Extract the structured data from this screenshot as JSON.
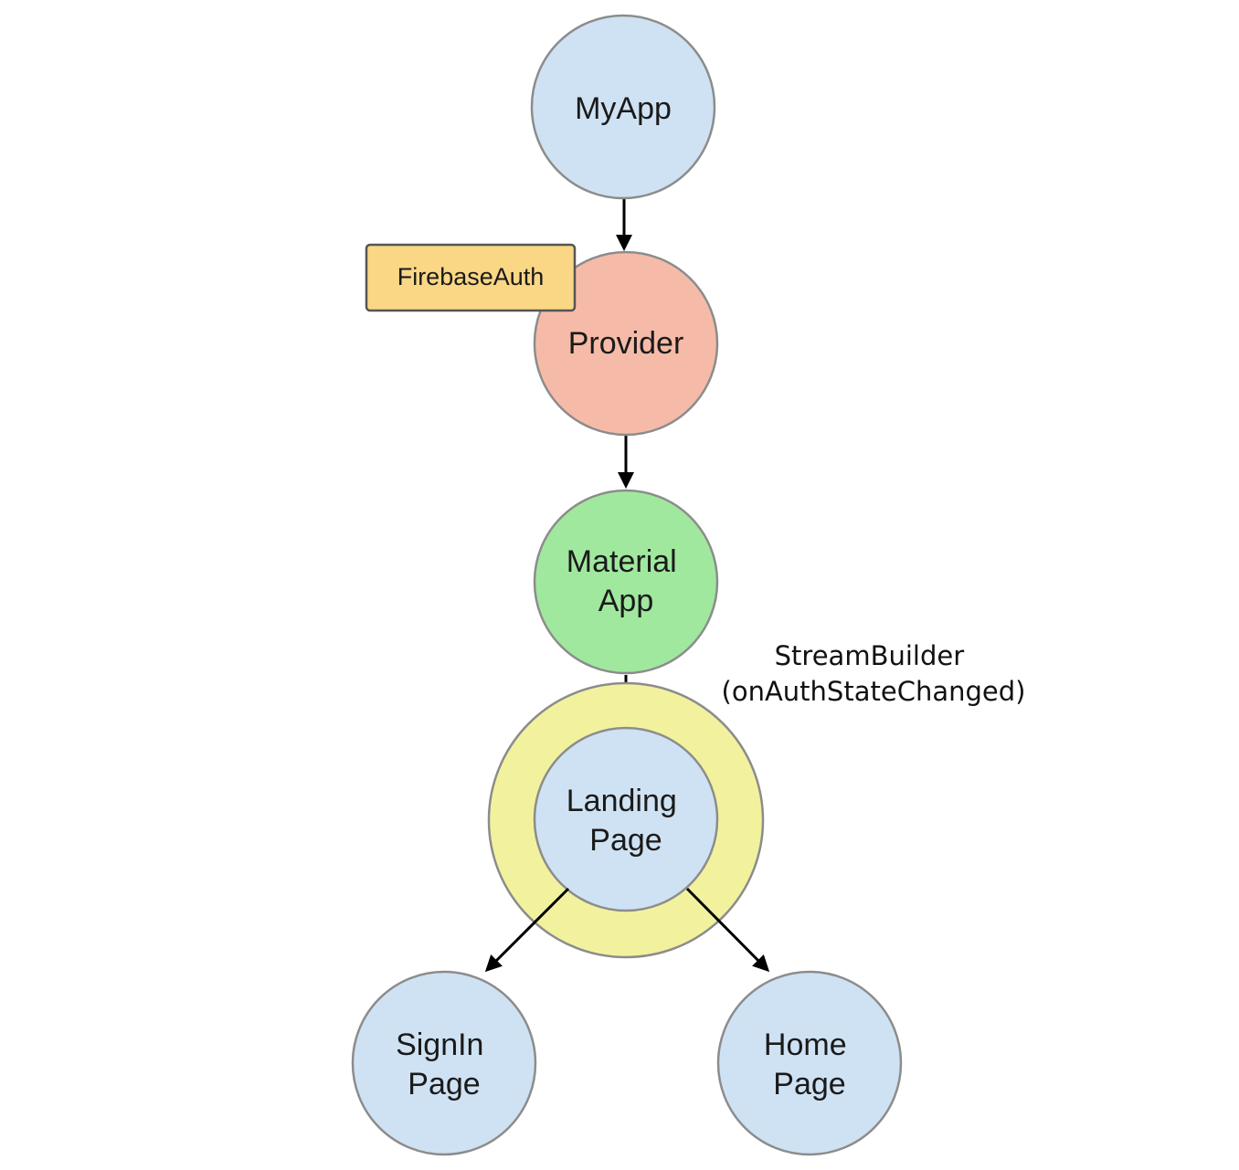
{
  "nodes": {
    "myapp": {
      "lines": [
        "MyApp"
      ],
      "fill": "#cfe2f3"
    },
    "provider": {
      "lines": [
        "Provider"
      ],
      "fill": "#f6bba8"
    },
    "material_app": {
      "lines": [
        "Material",
        "App"
      ],
      "fill": "#a0e89e"
    },
    "landing_page": {
      "lines": [
        "Landing",
        "Page"
      ],
      "fill": "#cfe2f3",
      "ring_fill": "#f2f29e"
    },
    "signin_page": {
      "lines": [
        "SignIn",
        "Page"
      ],
      "fill": "#cfe2f3"
    },
    "home_page": {
      "lines": [
        "Home",
        "Page"
      ],
      "fill": "#cfe2f3"
    }
  },
  "tags": {
    "firebase_auth": {
      "label": "FirebaseAuth",
      "fill": "#fad785"
    }
  },
  "notes": {
    "stream_builder": {
      "lines": [
        "StreamBuilder",
        "(onAuthStateChanged)"
      ]
    }
  },
  "edges": [
    {
      "from": "myapp",
      "to": "provider"
    },
    {
      "from": "provider",
      "to": "material_app"
    },
    {
      "from": "material_app",
      "to": "landing_page"
    },
    {
      "from": "landing_page",
      "to": "signin_page"
    },
    {
      "from": "landing_page",
      "to": "home_page"
    }
  ],
  "colors": {
    "node_stroke": "#8c8c8c",
    "tag_stroke": "#555555",
    "edge": "#000000"
  }
}
